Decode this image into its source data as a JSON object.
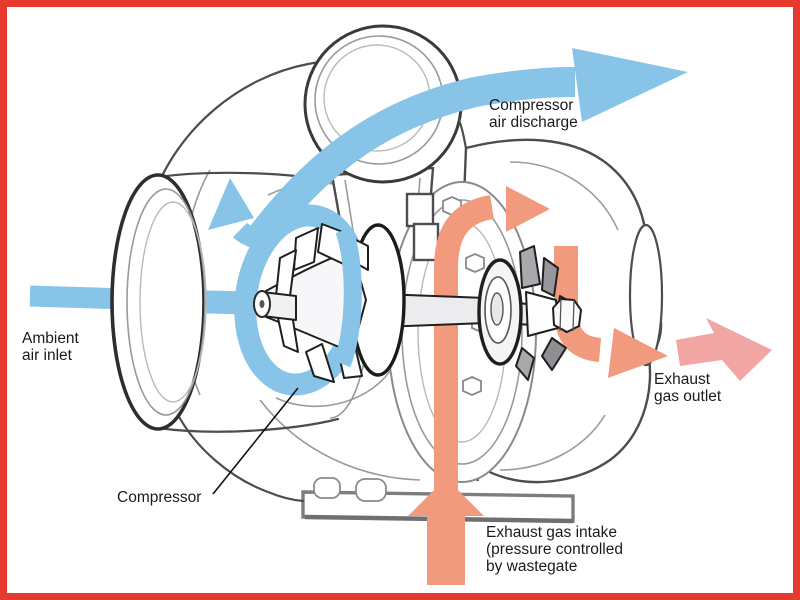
{
  "diagram": {
    "type": "turbocharger-airflow-cutaway",
    "labels": {
      "discharge": {
        "line1": "Compressor",
        "line2": "air discharge"
      },
      "inlet": {
        "line1": "Ambient",
        "line2": "air inlet"
      },
      "outlet": {
        "line1": "Exhaust",
        "line2": "gas outlet"
      },
      "compressor": {
        "line1": "Compressor"
      },
      "intake": {
        "line1": "Exhaust gas intake",
        "line2": "(pressure controlled",
        "line3": "by wastegate"
      }
    },
    "colors": {
      "intake_air": "#87C4E8",
      "exhaust_gas": "#F19A7D",
      "exhaust_outlet": "#F2A6A4",
      "frame": "#E6392F"
    }
  }
}
